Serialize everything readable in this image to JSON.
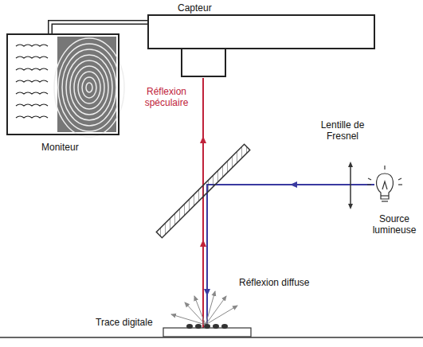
{
  "diagram": {
    "nodes": [
      {
        "text": [
          "Capteur"
        ]
      },
      {
        "text": [
          "Moniteur"
        ]
      }
    ],
    "edges": [
      {
        "from": 1,
        "to": 0,
        "arrow": "none"
      }
    ],
    "labels": [
      "Lentille de Fresnel",
      "Source lumineuse",
      "Réflexion spéculaire",
      "Réflexion diffuse",
      "Trace digitale"
    ]
  }
}
